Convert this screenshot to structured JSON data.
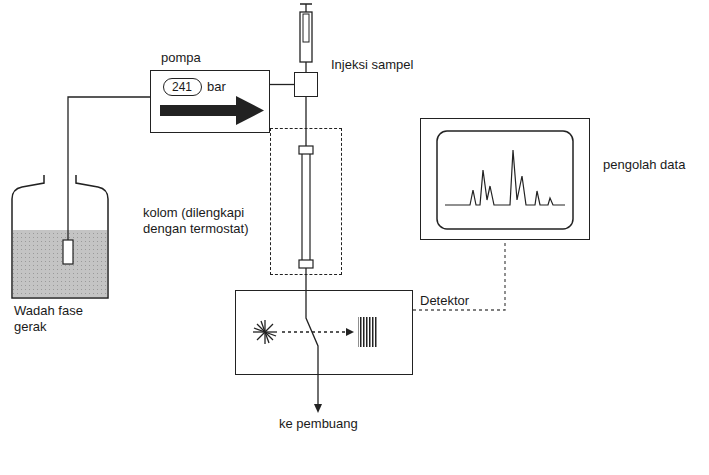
{
  "diagram": {
    "nodes": [
      {
        "text": [
          "Wadah fase gerak"
        ]
      },
      {
        "text": [
          "pompa"
        ]
      },
      {
        "text": [
          "241"
        ],
        "in": 1
      },
      {
        "text": [
          "Injeksi sampel"
        ]
      },
      {
        "text": [
          "kolom (dilengkapi dengan termostat)"
        ]
      },
      {
        "text": [
          "Detektor"
        ]
      },
      {
        "text": [
          "pengolah data"
        ]
      }
    ],
    "edges": [
      {
        "from": 0,
        "to": 1,
        "arrow": "none"
      },
      {
        "from": 1,
        "to": 3,
        "arrow": "none"
      },
      {
        "from": 3,
        "to": 4,
        "arrow": "none"
      },
      {
        "from": 4,
        "to": 5,
        "arrow": "none"
      },
      {
        "from": 5,
        "to": 6,
        "arrow": "none"
      }
    ],
    "labels": [
      "bar",
      "ke pembuang"
    ]
  }
}
